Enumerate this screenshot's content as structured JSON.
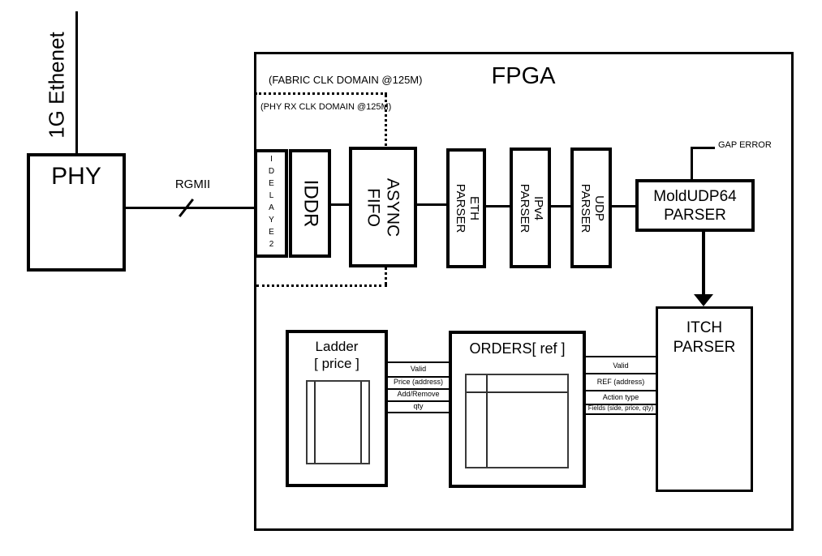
{
  "external": {
    "ethernet": "1G Ethenet",
    "phy": "PHY",
    "rgmii": "RGMII"
  },
  "fpga": {
    "title": "FPGA",
    "fabric_clk_domain": "(FABRIC CLK DOMAIN @125M)",
    "phy_rx_clk_domain": "(PHY RX CLK DOMAIN @125M)",
    "blocks": {
      "idelaye2": "IDELAYE2",
      "iddr": "IDDR",
      "async_fifo": "ASYNC\nFIFO",
      "eth_parser": "ETH PARSER",
      "ipv4_parser": "IPv4 PARSER",
      "udp_parser": "UDP PARSER",
      "moldudp64_parser": "MoldUDP64\nPARSER",
      "itch_parser": "ITCH\nPARSER",
      "ladder": "Ladder\n[ price ]",
      "orders": "ORDERS[ ref ]"
    },
    "signals": {
      "gap_error": "GAP ERROR",
      "ladder_bus": [
        "Valid",
        "Price (address)",
        "Add/Remove",
        "qty"
      ],
      "orders_bus": [
        "Valid",
        "REF (address)",
        "Action type",
        "Fields (side, price, qty)"
      ]
    }
  }
}
